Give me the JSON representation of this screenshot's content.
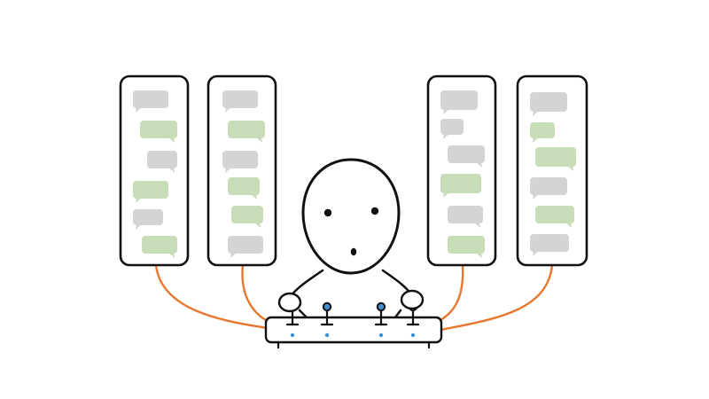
{
  "colors": {
    "background": "#ffffff",
    "outline": "#111111",
    "bubble_incoming": "#d4d4d4",
    "bubble_outgoing": "#c6ddb8",
    "cable": "#e8782f",
    "led": "#3b8fd6"
  },
  "phones": [
    {
      "id": "phone-1",
      "messages": [
        "incoming",
        "outgoing",
        "incoming",
        "outgoing",
        "incoming",
        "outgoing"
      ]
    },
    {
      "id": "phone-2",
      "messages": [
        "incoming",
        "outgoing",
        "incoming",
        "outgoing",
        "outgoing",
        "incoming"
      ]
    },
    {
      "id": "phone-3",
      "messages": [
        "incoming",
        "incoming",
        "incoming",
        "outgoing",
        "incoming",
        "outgoing"
      ]
    },
    {
      "id": "phone-4",
      "messages": [
        "incoming",
        "outgoing",
        "outgoing",
        "incoming",
        "outgoing",
        "incoming"
      ]
    }
  ],
  "controller": {
    "joystick_count": 4,
    "active_joysticks": [
      2,
      3
    ]
  },
  "character": {
    "expression": "surprised"
  }
}
